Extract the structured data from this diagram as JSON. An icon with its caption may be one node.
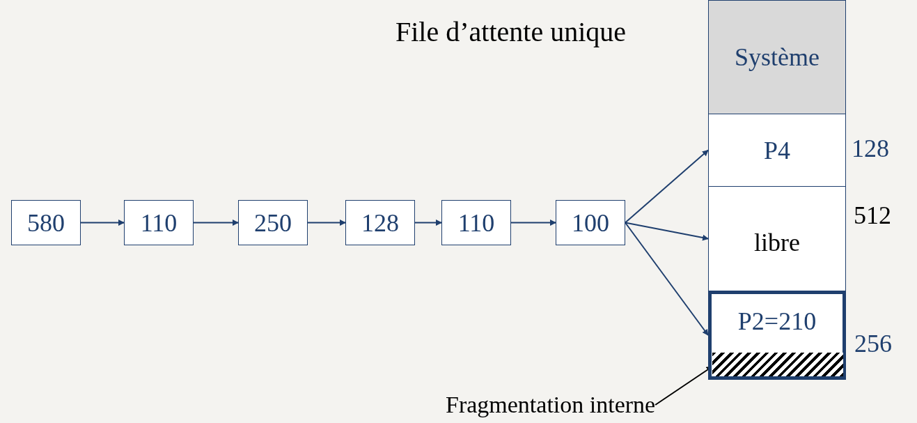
{
  "diagram": {
    "title": "File d’attente unique",
    "nodes": [
      {
        "text": [
          "580"
        ]
      },
      {
        "text": [
          "110"
        ]
      },
      {
        "text": [
          "250"
        ]
      },
      {
        "text": [
          "128"
        ]
      },
      {
        "text": [
          "110"
        ]
      },
      {
        "text": [
          "100"
        ]
      },
      {
        "text": [
          "Système"
        ]
      },
      {
        "text": [
          "P4"
        ],
        "beside": [
          "128"
        ]
      },
      {
        "text": [
          "libre"
        ],
        "beside": [
          "512"
        ]
      },
      {
        "text": [
          "P2=210"
        ],
        "beside": [
          "256"
        ]
      },
      {
        "text": [],
        "shape": "bar",
        "in": 9
      },
      {
        "text": [
          "Fragmentation interne"
        ]
      }
    ],
    "edges": [
      {
        "from": 0,
        "to": 1,
        "arrow": "to"
      },
      {
        "from": 1,
        "to": 2,
        "arrow": "to"
      },
      {
        "from": 2,
        "to": 3,
        "arrow": "to"
      },
      {
        "from": 3,
        "to": 4,
        "arrow": "to"
      },
      {
        "from": 4,
        "to": 5,
        "arrow": "to"
      },
      {
        "from": 5,
        "to": 7,
        "arrow": "to"
      },
      {
        "from": 5,
        "to": 8,
        "arrow": "to"
      },
      {
        "from": 5,
        "to": 9,
        "arrow": "to"
      },
      {
        "from": 11,
        "to": 10,
        "arrow": "to",
        "color": "#000000"
      }
    ]
  }
}
